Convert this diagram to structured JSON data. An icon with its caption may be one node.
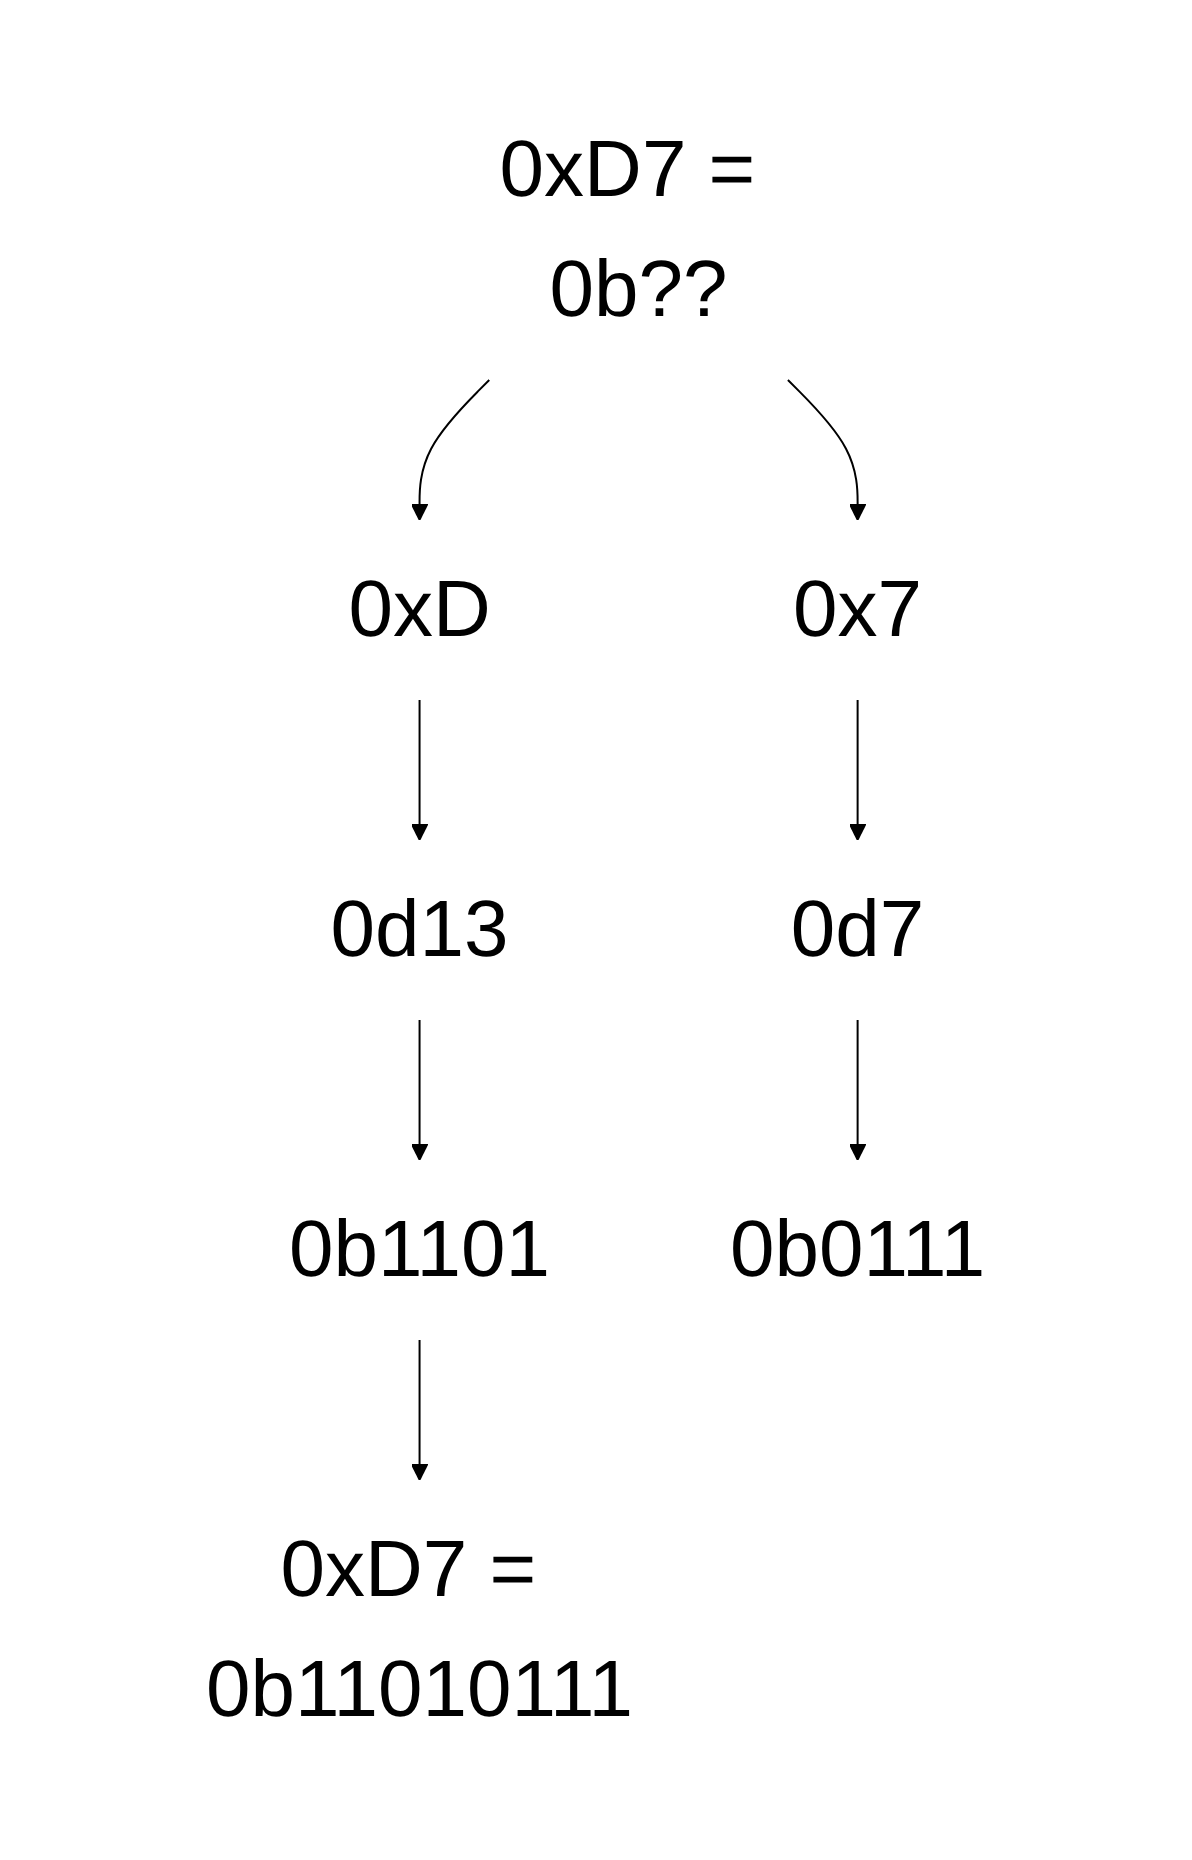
{
  "diagram": {
    "nodes": [
      {
        "text": [
          "0xD7 = 0b??"
        ]
      },
      {
        "text": [
          "0xD"
        ]
      },
      {
        "text": [
          "0x7"
        ]
      },
      {
        "text": [
          "0d13"
        ]
      },
      {
        "text": [
          "0d7"
        ]
      },
      {
        "text": [
          "0b1101"
        ]
      },
      {
        "text": [
          "0b0111"
        ]
      },
      {
        "text": [
          "0xD7 = 0b11010111"
        ]
      }
    ],
    "edges": [
      {
        "from": 0,
        "to": 1,
        "arrow": "to"
      },
      {
        "from": 0,
        "to": 2,
        "arrow": "to"
      },
      {
        "from": 1,
        "to": 3,
        "arrow": "to"
      },
      {
        "from": 2,
        "to": 4,
        "arrow": "to"
      },
      {
        "from": 3,
        "to": 5,
        "arrow": "to"
      },
      {
        "from": 4,
        "to": 6,
        "arrow": "to"
      },
      {
        "from": 5,
        "to": 7,
        "arrow": "to"
      }
    ]
  }
}
